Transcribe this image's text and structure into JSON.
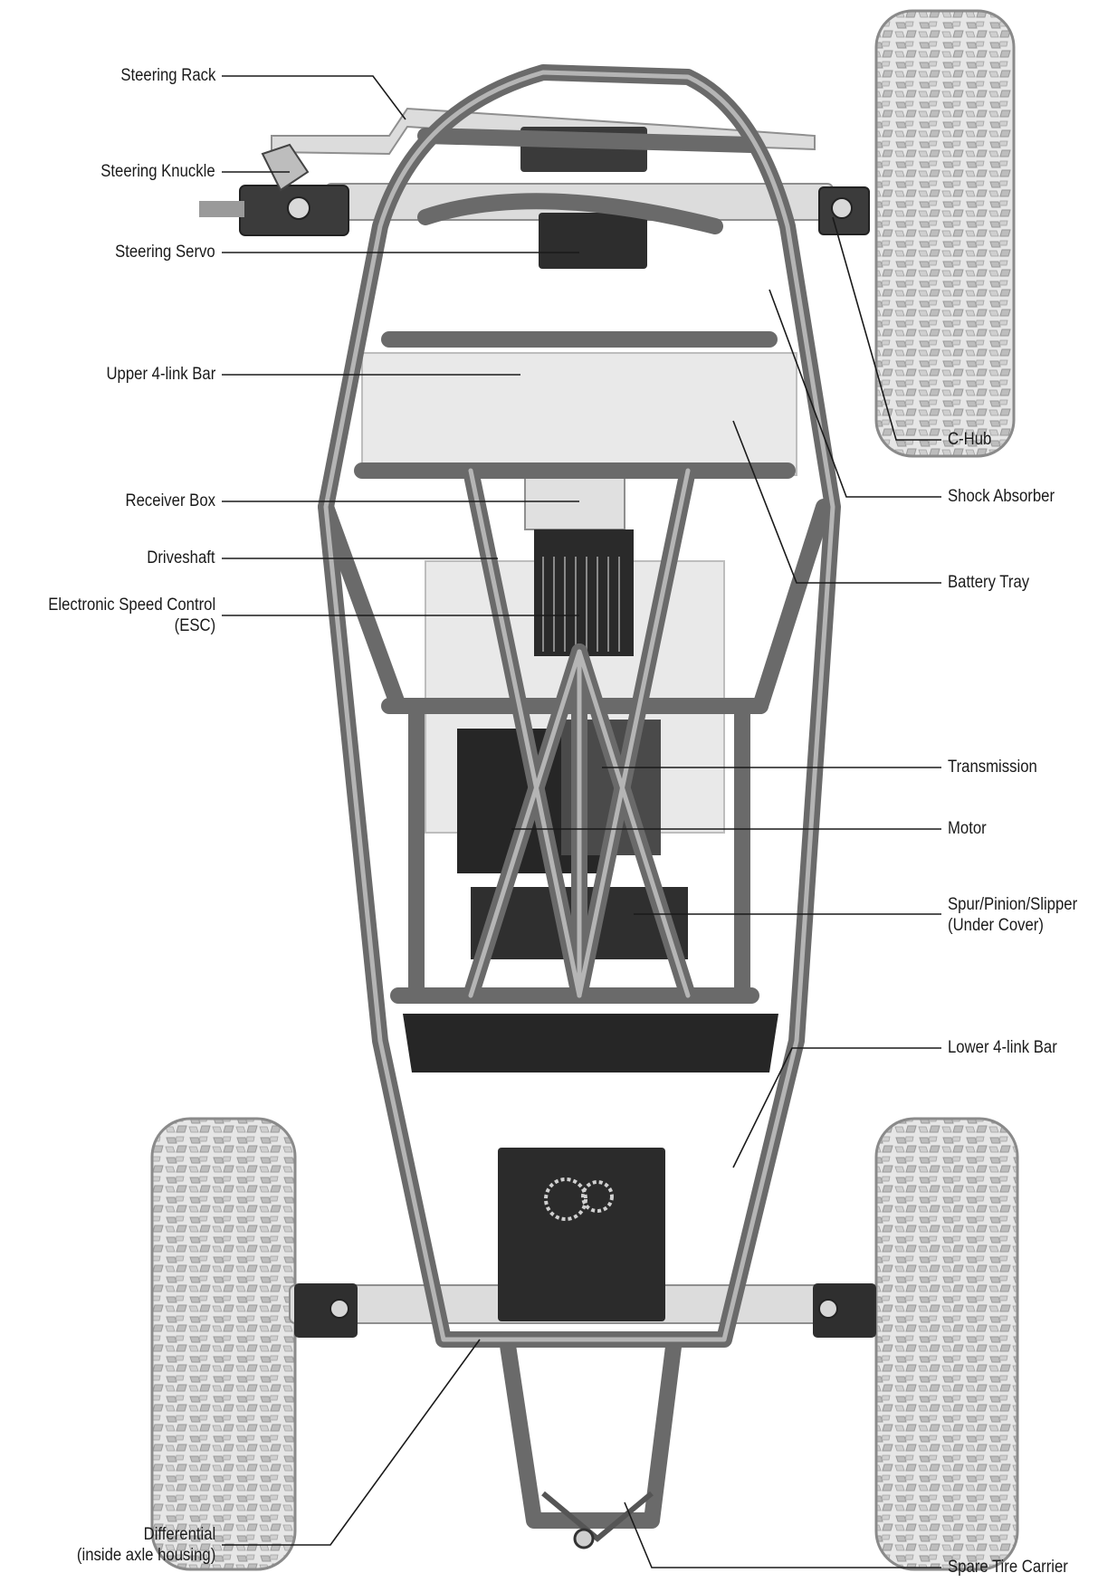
{
  "labels": {
    "steering_rack": "Steering Rack",
    "steering_knuckle": "Steering Knuckle",
    "steering_servo": "Steering Servo",
    "upper_4_link_bar": "Upper 4-link Bar",
    "receiver_box": "Receiver Box",
    "driveshaft": "Driveshaft",
    "esc_line1": "Electronic Speed Control",
    "esc_line2": "(ESC)",
    "c_hub": "C-Hub",
    "shock_absorber": "Shock Absorber",
    "battery_tray": "Battery Tray",
    "transmission": "Transmission",
    "motor": "Motor",
    "spur_line1": "Spur/Pinion/Slipper",
    "spur_line2": "(Under Cover)",
    "lower_4_link_bar": "Lower 4-link Bar",
    "differential_line1": "Differential",
    "differential_line2": "(inside axle housing)",
    "spare_tire_carrier": "Spare Tire Carrier"
  }
}
